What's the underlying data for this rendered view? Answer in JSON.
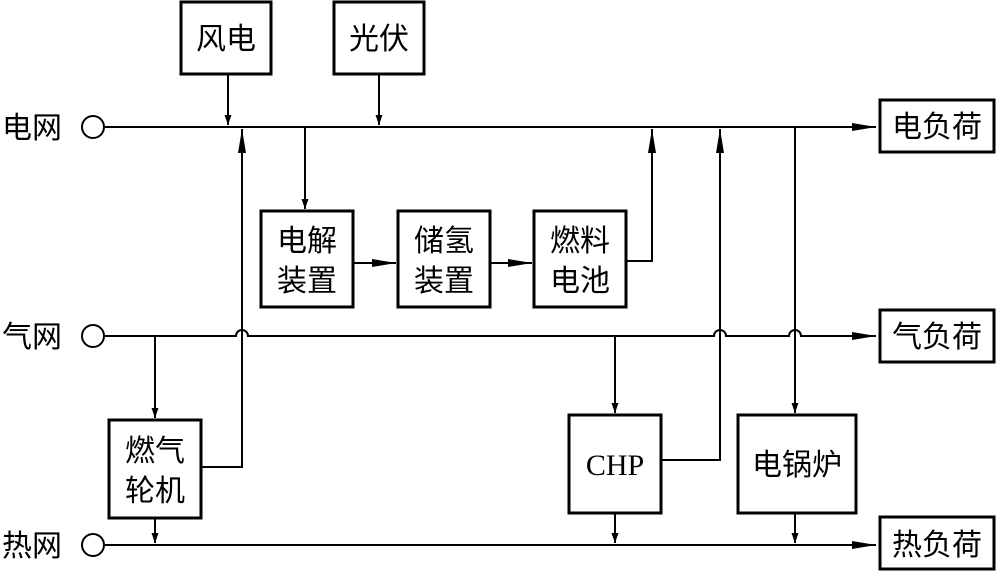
{
  "grids": {
    "electric": "电网",
    "gas": "气网",
    "heat": "热网"
  },
  "sources": {
    "wind": "风电",
    "pv": "光伏"
  },
  "devices": {
    "electrolyzer_line1": "电解",
    "electrolyzer_line2": "装置",
    "h2_storage_line1": "储氢",
    "h2_storage_line2": "装置",
    "fuel_cell_line1": "燃料",
    "fuel_cell_line2": "电池",
    "gas_turbine_line1": "燃气",
    "gas_turbine_line2": "轮机",
    "chp": "CHP",
    "electric_boiler": "电锅炉"
  },
  "loads": {
    "electric": "电负荷",
    "gas": "气负荷",
    "heat": "热负荷"
  }
}
